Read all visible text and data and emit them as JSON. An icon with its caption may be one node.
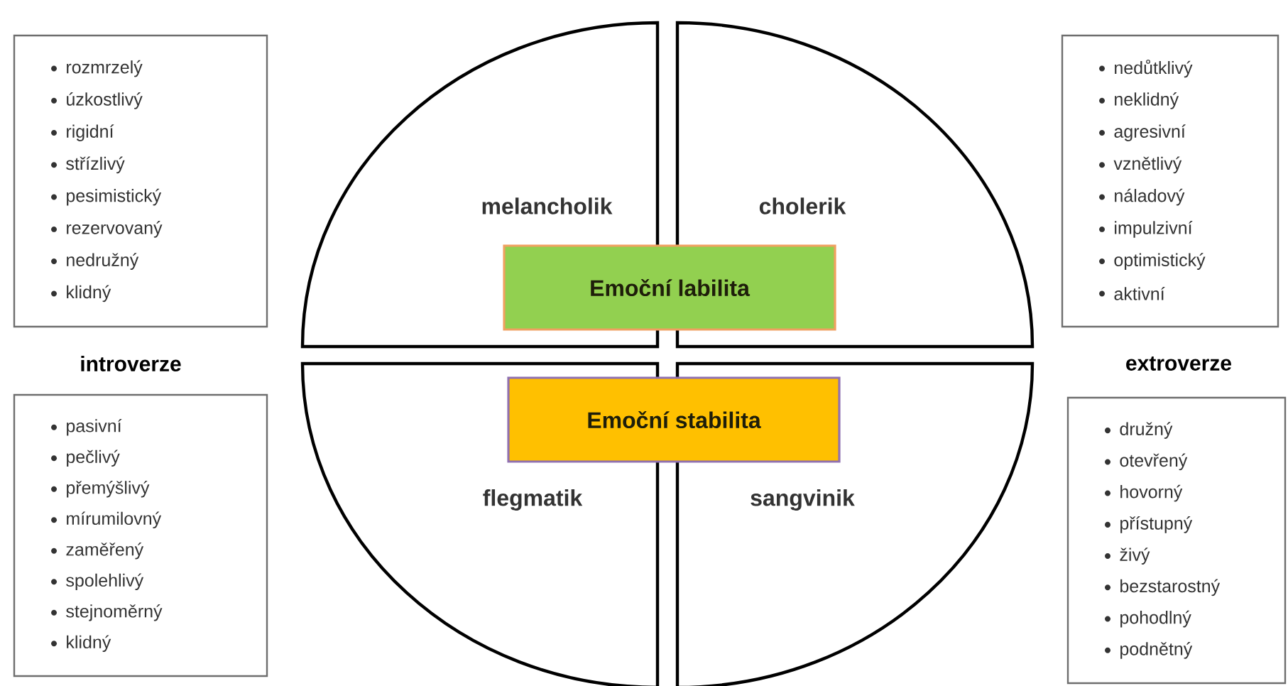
{
  "diagram": {
    "nodes": [
      {
        "text": [
          "rozmrzelý",
          "úzkostlivý",
          "rigidní",
          "střízlivý",
          "pesimistický",
          "rezervovaný",
          "nedružný",
          "klidný"
        ]
      },
      {
        "text": [
          "melancholik"
        ]
      },
      {
        "text": [
          "cholerik"
        ]
      },
      {
        "text": [
          "nedůtklivý",
          "neklidný",
          "agresivní",
          "vznětlivý",
          "náladový",
          "impulzivní",
          "optimistický",
          "aktivní"
        ]
      },
      {
        "text": [
          "Emoční labilita"
        ]
      },
      {
        "text": [
          "Emoční stabilita"
        ]
      },
      {
        "text": [
          "pasivní",
          "pečlivý",
          "přemýšlivý",
          "mírumilovný",
          "zaměřený",
          "spolehlivý",
          "stejnoměrný",
          "klidný"
        ]
      },
      {
        "text": [
          "flegmatik"
        ]
      },
      {
        "text": [
          "sangvinik"
        ]
      },
      {
        "text": [
          "družný",
          "otevřený",
          "hovorný",
          "přístupný",
          "živý",
          "bezstarostný",
          "pohodlný",
          "podnětný"
        ]
      }
    ],
    "labels": [
      "introverze",
      "extroverze"
    ]
  }
}
